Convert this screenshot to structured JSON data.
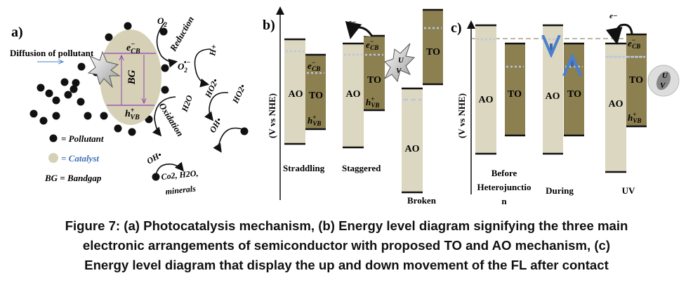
{
  "panel_a": {
    "label": "a)",
    "diffusion": "Diffusion  of pollutant",
    "e_cb": {
      "base": "e",
      "sup": "−",
      "sub": "CB"
    },
    "h_vb": {
      "base": "h",
      "sup": "+",
      "sub": "VB"
    },
    "bg": "BG",
    "o2": {
      "base": "O",
      "sub": "2"
    },
    "reduction": "Reduction",
    "h_plus": "H+",
    "o2_radical": {
      "base": "O",
      "sub": "2",
      "sup": "•−"
    },
    "ho2_1": "HO2•",
    "ho2_2": "HO2•",
    "h2o": "H2O",
    "oxidation": "Oxidation",
    "oh_1": "OH•",
    "oh_2": "OH•",
    "products_1": "Co2, H2O,",
    "products_2": "minerals",
    "legend": {
      "pollutant": "= Pollutant",
      "catalyst": "= Catalyst",
      "bandgap": "BG = Bandgap"
    }
  },
  "panel_b": {
    "label": "b)",
    "axis": "(V vs NHE)",
    "ao": "AO",
    "to": "TO",
    "e_cb": {
      "base": "e",
      "sup": "−",
      "sub": "CB"
    },
    "h_vb": {
      "base": "h",
      "sup": "+",
      "sub": "VB"
    },
    "e_minus": "e−",
    "uv": [
      "U",
      "V"
    ],
    "cases": [
      "Straddling",
      "Staggered",
      "Broken"
    ]
  },
  "panel_c": {
    "label": "c)",
    "axis": "(V vs NHE)",
    "ao": "AO",
    "to": "TO",
    "e_cb": {
      "base": "e",
      "sup": "−",
      "sub": "CB"
    },
    "h_vb": {
      "base": "h",
      "sup": "+",
      "sub": "VB"
    },
    "e_minus": "e−",
    "uv": [
      "U",
      "V"
    ],
    "cases": [
      [
        "Before",
        "Heterojunctio",
        "n"
      ],
      [
        "During"
      ],
      [
        "UV"
      ]
    ]
  },
  "colors": {
    "ao": "#dcd7c0",
    "to": "#8c7f50",
    "catalyst": "#d6d1b6",
    "bg_line": "#9b59b6"
  },
  "caption": [
    "Figure 7: (a) Photocatalysis mechanism, (b) Energy level diagram signifying the three main",
    "electronic arrangements of semiconductor with proposed TO and AO mechanism, (c)",
    "Energy level diagram that display the up and down movement of the FL after contact"
  ]
}
